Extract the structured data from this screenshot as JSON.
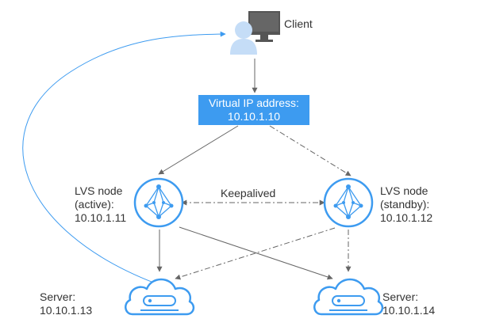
{
  "client": {
    "label": "Client",
    "icon": "user-with-monitor-icon"
  },
  "vip": {
    "title": "Virtual IP address:",
    "address": "10.10.1.10",
    "color": "#3d9bf0"
  },
  "heartbeat": {
    "label": "Keepalived"
  },
  "lvs_active": {
    "line1": "LVS node",
    "line2": "(active):",
    "ip": "10.10.1.11",
    "icon": "lvs-node-icon"
  },
  "lvs_standby": {
    "line1": "LVS node",
    "line2": "(standby):",
    "ip": "10.10.1.12",
    "icon": "lvs-node-icon"
  },
  "server_a": {
    "label": "Server:",
    "ip": "10.10.1.13",
    "icon": "cloud-server-icon"
  },
  "server_b": {
    "label": "Server:",
    "ip": "10.10.1.14",
    "icon": "cloud-server-icon"
  },
  "colors": {
    "node_blue": "#3d9bf0",
    "line_gray": "#666666",
    "return_path": "#3d9bf0"
  }
}
